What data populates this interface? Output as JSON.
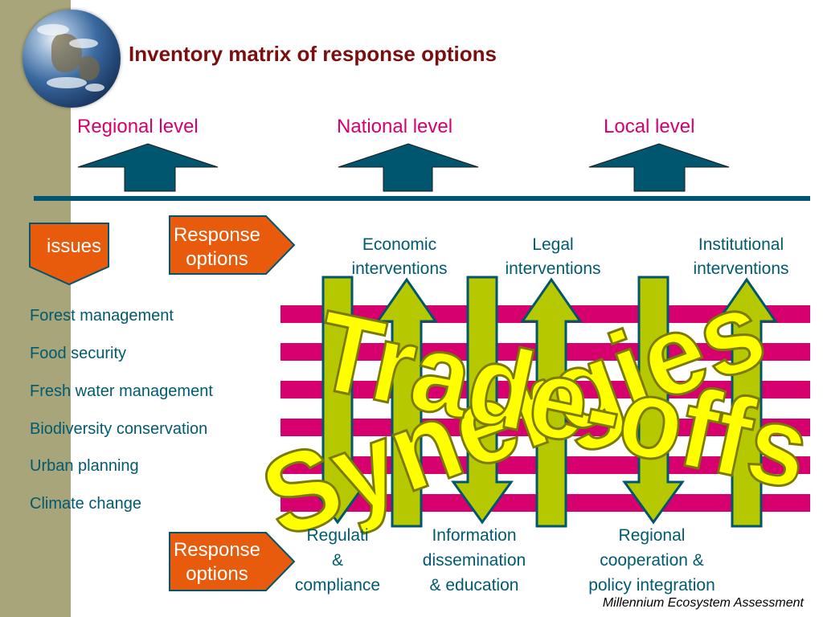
{
  "title": "Inventory matrix of response options",
  "levels": [
    "Regional level",
    "National level",
    "Local level"
  ],
  "issues_label": "issues",
  "response_top": [
    "Response",
    "options"
  ],
  "response_bottom": [
    "Response",
    "options"
  ],
  "issues": [
    "Forest management",
    "Food security",
    "Fresh water management",
    "Biodiversity conservation",
    "Urban planning",
    "Climate change"
  ],
  "column_heads": [
    {
      "line1": "Economic",
      "line2": "interventions"
    },
    {
      "line1": "Legal",
      "line2": "interventions"
    },
    {
      "line1": "Institutional",
      "line2": "interventions"
    }
  ],
  "bottom_labels": [
    {
      "line1": "Regulati",
      "line2": "&",
      "line3": "compliance"
    },
    {
      "line1": "Information",
      "line2": "dissemination",
      "line3": "& education"
    },
    {
      "line1": "Regional",
      "line2": "cooperation &",
      "line3": "policy integration"
    }
  ],
  "overlay_words": [
    "Synergies",
    "Trade-offs"
  ],
  "footer": "Millennium Ecosystem Assessment",
  "colors": {
    "sidebar": "#a8a57a",
    "title": "#7a0f12",
    "level_text": "#d6006e",
    "teal": "#00566e",
    "orange": "#e85a0c",
    "stripe": "#d6006e",
    "arrow_green": "#b5c800",
    "word_yellow": "#ffff00"
  }
}
